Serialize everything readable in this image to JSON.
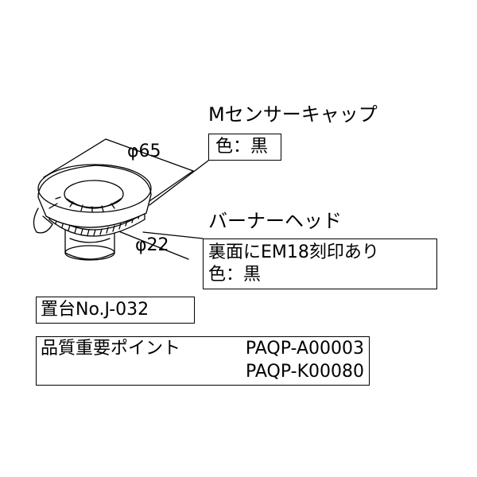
{
  "part_sensor_cap": {
    "name": "Mセンサーキャップ",
    "color": "色：黒"
  },
  "part_burner_head": {
    "name": "バーナーヘッド",
    "marking": "裏面にEM18刻印あり",
    "color": "色：黒"
  },
  "dimensions": {
    "outer_diameter": "φ65",
    "inner_diameter": "φ22"
  },
  "stand": {
    "label": "置台No.J-032"
  },
  "quality_points": {
    "label": "品質重要ポイント",
    "codes": [
      "PAQP-A00003",
      "PAQP-K00080"
    ]
  },
  "colors": {
    "line": "#000000",
    "background": "#ffffff"
  }
}
